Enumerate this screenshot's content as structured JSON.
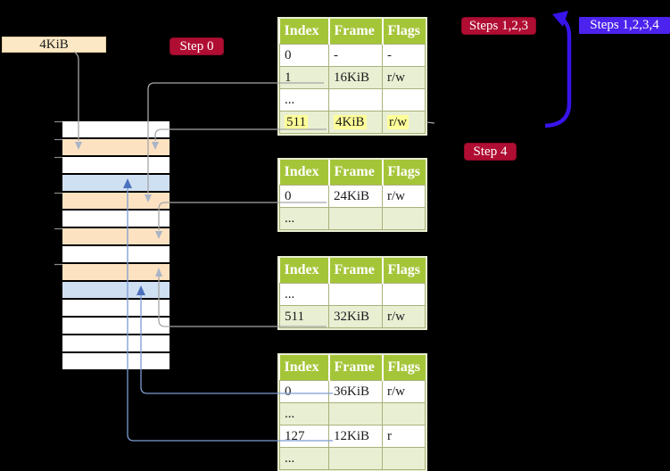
{
  "diagram": {
    "title": "recursive page table translation diagram",
    "frame_label": {
      "text": "4KiB"
    },
    "badges": {
      "step0": {
        "label": "Step 0",
        "bg": "#b00d33"
      },
      "steps123": {
        "label": "Steps 1,2,3",
        "bg": "#b00d33"
      },
      "steps1234": {
        "label": "Steps 1,2,3,4",
        "bg": "#4c22ee"
      },
      "step4": {
        "label": "Step 4",
        "bg": "#b00d33"
      }
    },
    "page_tables": [
      {
        "name": "page-table-top",
        "headers": [
          "Index",
          "Frame",
          "Flags"
        ],
        "rows": [
          {
            "index": "0",
            "frame": "-",
            "flags": "-",
            "shaded": false,
            "highlight": false
          },
          {
            "index": "1",
            "frame": "16KiB",
            "flags": "r/w",
            "shaded": true,
            "highlight": false
          },
          {
            "index": "...",
            "frame": "",
            "flags": "",
            "shaded": false,
            "highlight": false
          },
          {
            "index": "511",
            "frame": "4KiB",
            "flags": "r/w",
            "shaded": true,
            "highlight": true
          }
        ]
      },
      {
        "name": "page-table-second",
        "headers": [
          "Index",
          "Frame",
          "Flags"
        ],
        "rows": [
          {
            "index": "0",
            "frame": "24KiB",
            "flags": "r/w",
            "shaded": false,
            "highlight": false
          },
          {
            "index": "...",
            "frame": "",
            "flags": "",
            "shaded": true,
            "highlight": false
          }
        ]
      },
      {
        "name": "page-table-third",
        "headers": [
          "Index",
          "Frame",
          "Flags"
        ],
        "rows": [
          {
            "index": "...",
            "frame": "",
            "flags": "",
            "shaded": false,
            "highlight": false
          },
          {
            "index": "511",
            "frame": "32KiB",
            "flags": "r/w",
            "shaded": true,
            "highlight": false
          }
        ]
      },
      {
        "name": "page-table-bottom",
        "headers": [
          "Index",
          "Frame",
          "Flags"
        ],
        "rows": [
          {
            "index": "0",
            "frame": "36KiB",
            "flags": "r/w",
            "shaded": false,
            "highlight": false
          },
          {
            "index": "...",
            "frame": "",
            "flags": "",
            "shaded": true,
            "highlight": false
          },
          {
            "index": "127",
            "frame": "12KiB",
            "flags": "r",
            "shaded": false,
            "highlight": false
          },
          {
            "index": "...",
            "frame": "",
            "flags": "",
            "shaded": true,
            "highlight": false
          }
        ]
      }
    ],
    "memory_rows": [
      "white",
      "peach",
      "white",
      "blue",
      "peach",
      "white",
      "peach",
      "white",
      "peach",
      "blue",
      "white",
      "white",
      "white",
      "white"
    ],
    "colors": {
      "background": "#000000",
      "badge_red": "#b00d33",
      "badge_blue_violet": "#4c22ee",
      "table_header_green": "#a5c539",
      "table_row_green": "#e9efd3",
      "highlight_yellow": "#ffff99",
      "memory_white": "#ffffff",
      "memory_peach": "#fde2c2",
      "memory_blue": "#cfe0f3",
      "frame_label_wheat": "#fce8c5",
      "connector_gray": "#a6a6a6",
      "connector_gray_head": "#a9b4c6",
      "connector_blue": "#7e9cd2",
      "connector_blue_head": "#4d72bd",
      "recursion_arrow_blue": "#3813ea"
    }
  }
}
